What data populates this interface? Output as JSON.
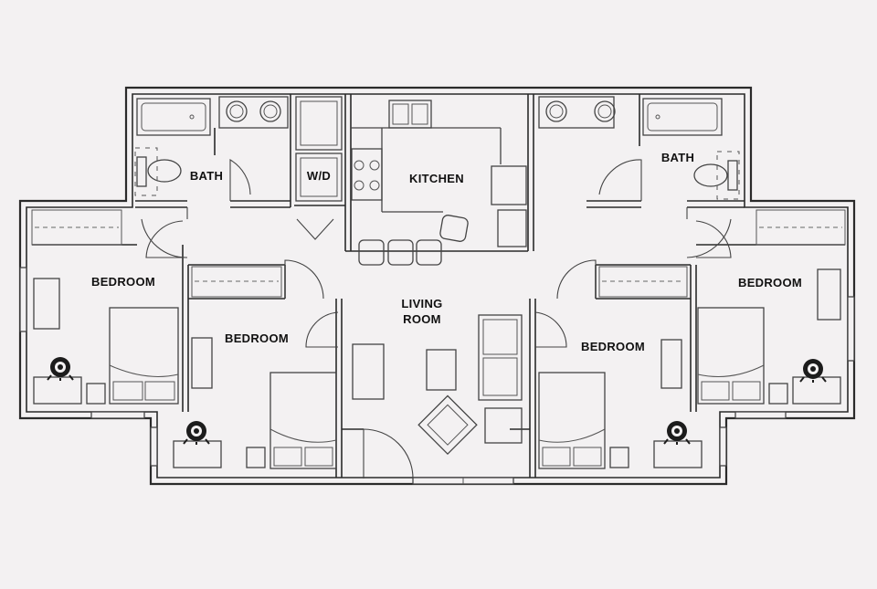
{
  "rooms": {
    "bath_left": "BATH",
    "bath_right": "BATH",
    "laundry": "W/D",
    "kitchen": "KITCHEN",
    "living_line1": "LIVING",
    "living_line2": "ROOM",
    "bedroom_far_left": "BEDROOM",
    "bedroom_left": "BEDROOM",
    "bedroom_right": "BEDROOM",
    "bedroom_far_right": "BEDROOM"
  },
  "colors": {
    "background": "#f3f1f2",
    "lines": "#2a2a2a"
  }
}
